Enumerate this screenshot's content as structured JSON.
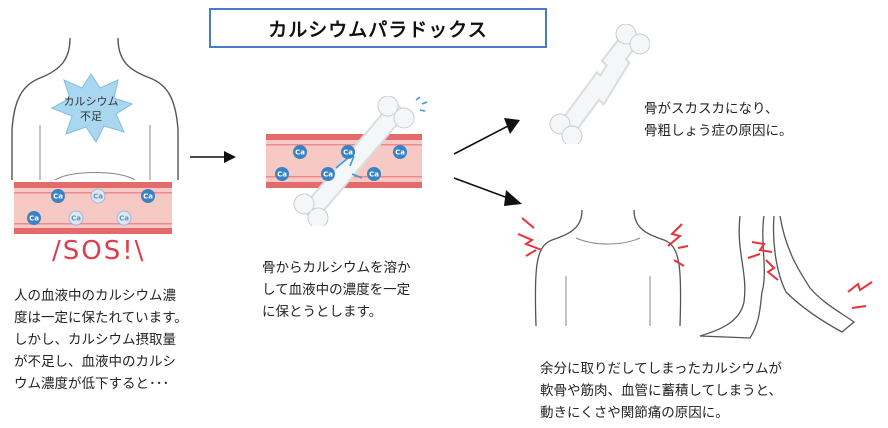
{
  "title": "カルシウムパラドックス",
  "body_badge": "カルシウム\n不足",
  "sos_label": "/SOS!\\",
  "ion_symbol": "Ca",
  "text_left": "人の血液中のカルシウム濃\n度は一定に保たれています。\nしかし、カルシウム摂取量\nが不足し、血液中のカルシ\nウム濃度が低下すると･･･",
  "text_middle": "骨からカルシウムを溶か\nして血液中の濃度を一定\nに保とうとします。",
  "text_top_right": "骨がスカスカになり、\n骨粗しょう症の原因に。",
  "text_bottom_right": "余分に取りだしてしまったカルシウムが\n軟骨や筋肉、血管に蓄積してしまうと、\n動きにくさや関節痛の原因に。",
  "colors": {
    "title_border": "#4a7bc8",
    "vessel": "#e36b6b",
    "vessel_inner": "#f7c9c4",
    "ion": "#3b82c4",
    "pain": "#e8333a",
    "star": "#a9d7f0"
  }
}
